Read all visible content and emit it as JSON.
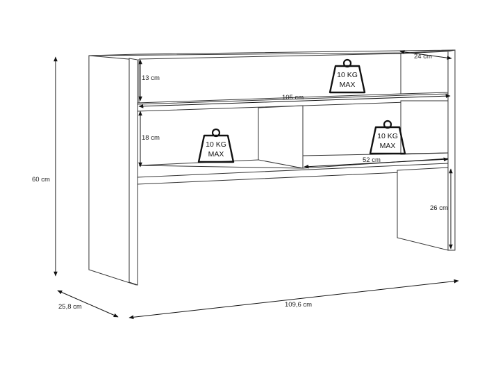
{
  "dimensions": {
    "height_total": "60 cm",
    "depth_total": "25,8 cm",
    "width_total": "109,6 cm",
    "shelf_depth": "24 cm",
    "top_compartment_height": "13 cm",
    "shelf_width": "105 cm",
    "lower_compartment_height": "18 cm",
    "right_compartment_width": "52 cm",
    "leg_height": "26 cm"
  },
  "load_badges": [
    {
      "line1": "10 KG",
      "line2": "MAX"
    },
    {
      "line1": "10 KG",
      "line2": "MAX"
    },
    {
      "line1": "10 KG",
      "line2": "MAX"
    }
  ],
  "colors": {
    "line": "#333333",
    "arrow": "#111111",
    "background": "#ffffff"
  }
}
